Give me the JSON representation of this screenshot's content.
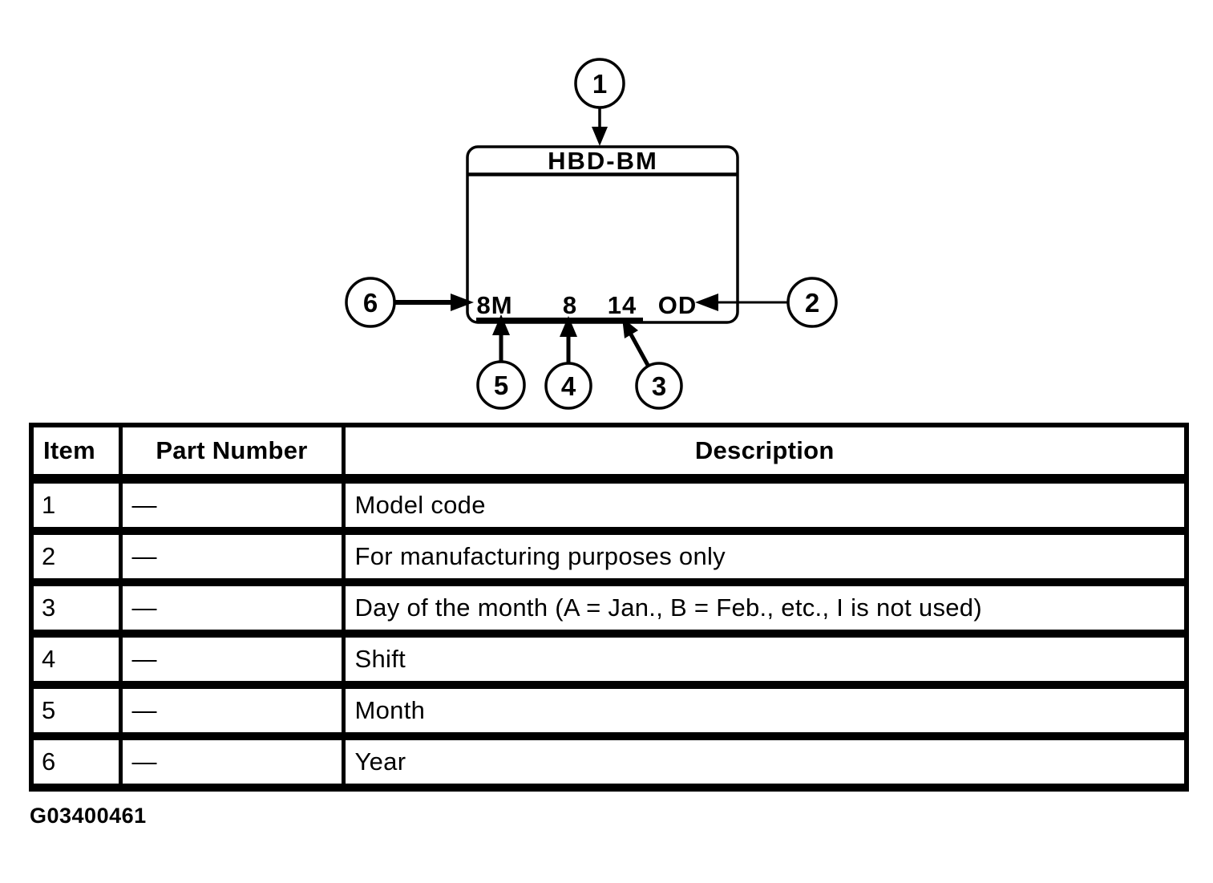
{
  "figure_code": "G03400461",
  "colors": {
    "ink": "#000000",
    "background": "#ffffff"
  },
  "diagram": {
    "tag": {
      "model_code": "HBD-BM",
      "year_month": "8M",
      "shift": "8",
      "day": "14",
      "mfg_code": "OD"
    },
    "callouts": [
      "1",
      "2",
      "3",
      "4",
      "5",
      "6"
    ]
  },
  "table": {
    "headers": [
      "Item",
      "Part Number",
      "Description"
    ],
    "rows": [
      {
        "item": "1",
        "part_number": "—",
        "description": "Model code"
      },
      {
        "item": "2",
        "part_number": "—",
        "description": "For manufacturing purposes only"
      },
      {
        "item": "3",
        "part_number": "—",
        "description": "Day of the month (A = Jan., B = Feb., etc., I is not used)"
      },
      {
        "item": "4",
        "part_number": "—",
        "description": "Shift"
      },
      {
        "item": "5",
        "part_number": "—",
        "description": "Month"
      },
      {
        "item": "6",
        "part_number": "—",
        "description": "Year"
      }
    ]
  }
}
